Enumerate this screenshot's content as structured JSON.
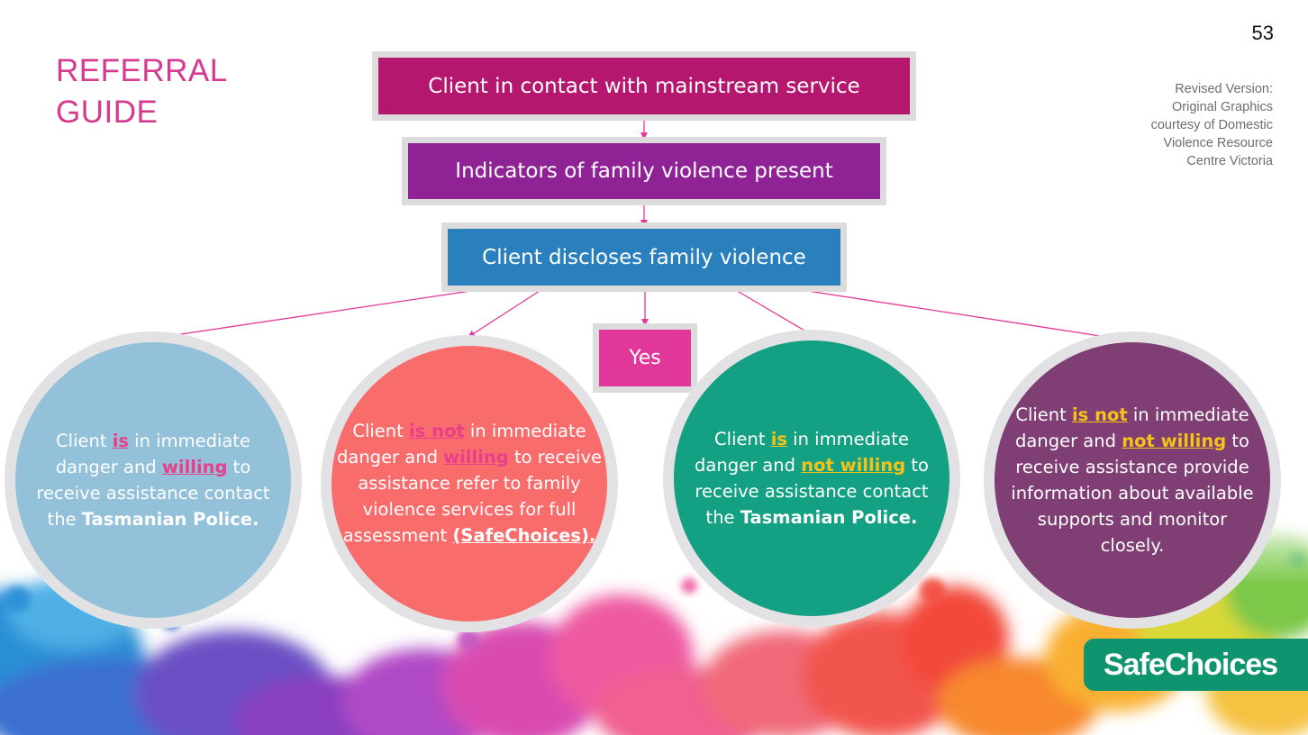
{
  "title": {
    "line1": "REFERRAL",
    "line2": "GUIDE"
  },
  "page_number": "53",
  "credit": {
    "line1": "Revised Version:",
    "line2": "Original Graphics",
    "line3": "courtesy of Domestic",
    "line4": "Violence Resource",
    "line5": "Centre Victoria"
  },
  "flow": {
    "step1": "Client in contact with mainstream service",
    "step2": "Indicators of family violence present",
    "step3": "Client discloses family violence",
    "yes": "Yes"
  },
  "outcomes": [
    {
      "t1": "Client ",
      "h1": "is",
      "t2": " in immediate",
      "t3": "danger and ",
      "h2": "willing",
      "t4": " to",
      "t5": "receive assistance contact",
      "t6": "the ",
      "b1": "Tasmanian Police."
    },
    {
      "t1": "Client ",
      "h1": "is not",
      "t2": " in immediate",
      "t3": "danger and ",
      "h2": "willing",
      "t4": " to receive",
      "t5": "assistance refer to family",
      "t6": "violence services for full",
      "t7": "assessment ",
      "b1": "(SafeChoices)."
    },
    {
      "t1": "Client ",
      "h1": "is",
      "t2": " in immediate",
      "t3": "danger and ",
      "h2": "not willing",
      "t4": " to",
      "t5": "receive assistance contact",
      "t6": "the ",
      "b1": "Tasmanian Police."
    },
    {
      "t1": "Client ",
      "h1": "is not",
      "t2": " in immediate",
      "t3": "danger and ",
      "h2": "not willing",
      "t4": " to",
      "t5": "receive assistance provide",
      "t6": "information about available",
      "t7": "supports and monitor",
      "t8": "closely."
    }
  ],
  "logo": {
    "text": "SafeChoices"
  },
  "colors": {
    "title": "#d63a8f",
    "step1": "#b5166e",
    "step2": "#8f2396",
    "step3": "#2a7fbd",
    "yes": "#e1379a",
    "circle1": "#92c1d9",
    "circle2": "#f86c6b",
    "circle3": "#14a082",
    "circle4": "#7f3f74",
    "logo": "#0f9470",
    "arrow": "#e1379a"
  },
  "icons": {
    "arrow": "arrow-down",
    "background": "watercolor-splash"
  }
}
